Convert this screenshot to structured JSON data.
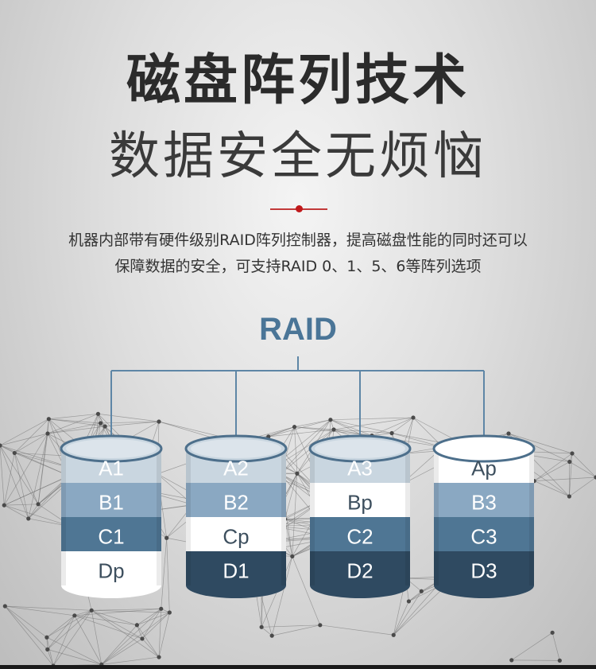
{
  "title": "磁盘阵列技术",
  "subtitle": "数据安全无烦恼",
  "description_line1": "机器内部带有硬件级别RAID阵列控制器，提高磁盘性能的同时还可以",
  "description_line2": "保障数据的安全，可支持RAID 0、1、5、6等阵列选项",
  "raid_label": "RAID",
  "colors": {
    "light": "#c9d6e0",
    "mid": "#8aa8c2",
    "dark": "#4f7694",
    "darkest": "#2f4a61",
    "white": "#ffffff",
    "accent_red": "#c0191b",
    "raid_blue": "#4a7597"
  },
  "disks": [
    {
      "segments": [
        {
          "label": "A1",
          "shade": "light"
        },
        {
          "label": "B1",
          "shade": "mid"
        },
        {
          "label": "C1",
          "shade": "dark"
        },
        {
          "label": "Dp",
          "shade": "white"
        }
      ]
    },
    {
      "segments": [
        {
          "label": "A2",
          "shade": "light"
        },
        {
          "label": "B2",
          "shade": "mid"
        },
        {
          "label": "Cp",
          "shade": "white"
        },
        {
          "label": "D1",
          "shade": "darkest"
        }
      ]
    },
    {
      "segments": [
        {
          "label": "A3",
          "shade": "light"
        },
        {
          "label": "Bp",
          "shade": "white"
        },
        {
          "label": "C2",
          "shade": "dark"
        },
        {
          "label": "D2",
          "shade": "darkest"
        }
      ]
    },
    {
      "segments": [
        {
          "label": "Ap",
          "shade": "white"
        },
        {
          "label": "B3",
          "shade": "mid"
        },
        {
          "label": "C3",
          "shade": "dark"
        },
        {
          "label": "D3",
          "shade": "darkest"
        }
      ]
    }
  ]
}
